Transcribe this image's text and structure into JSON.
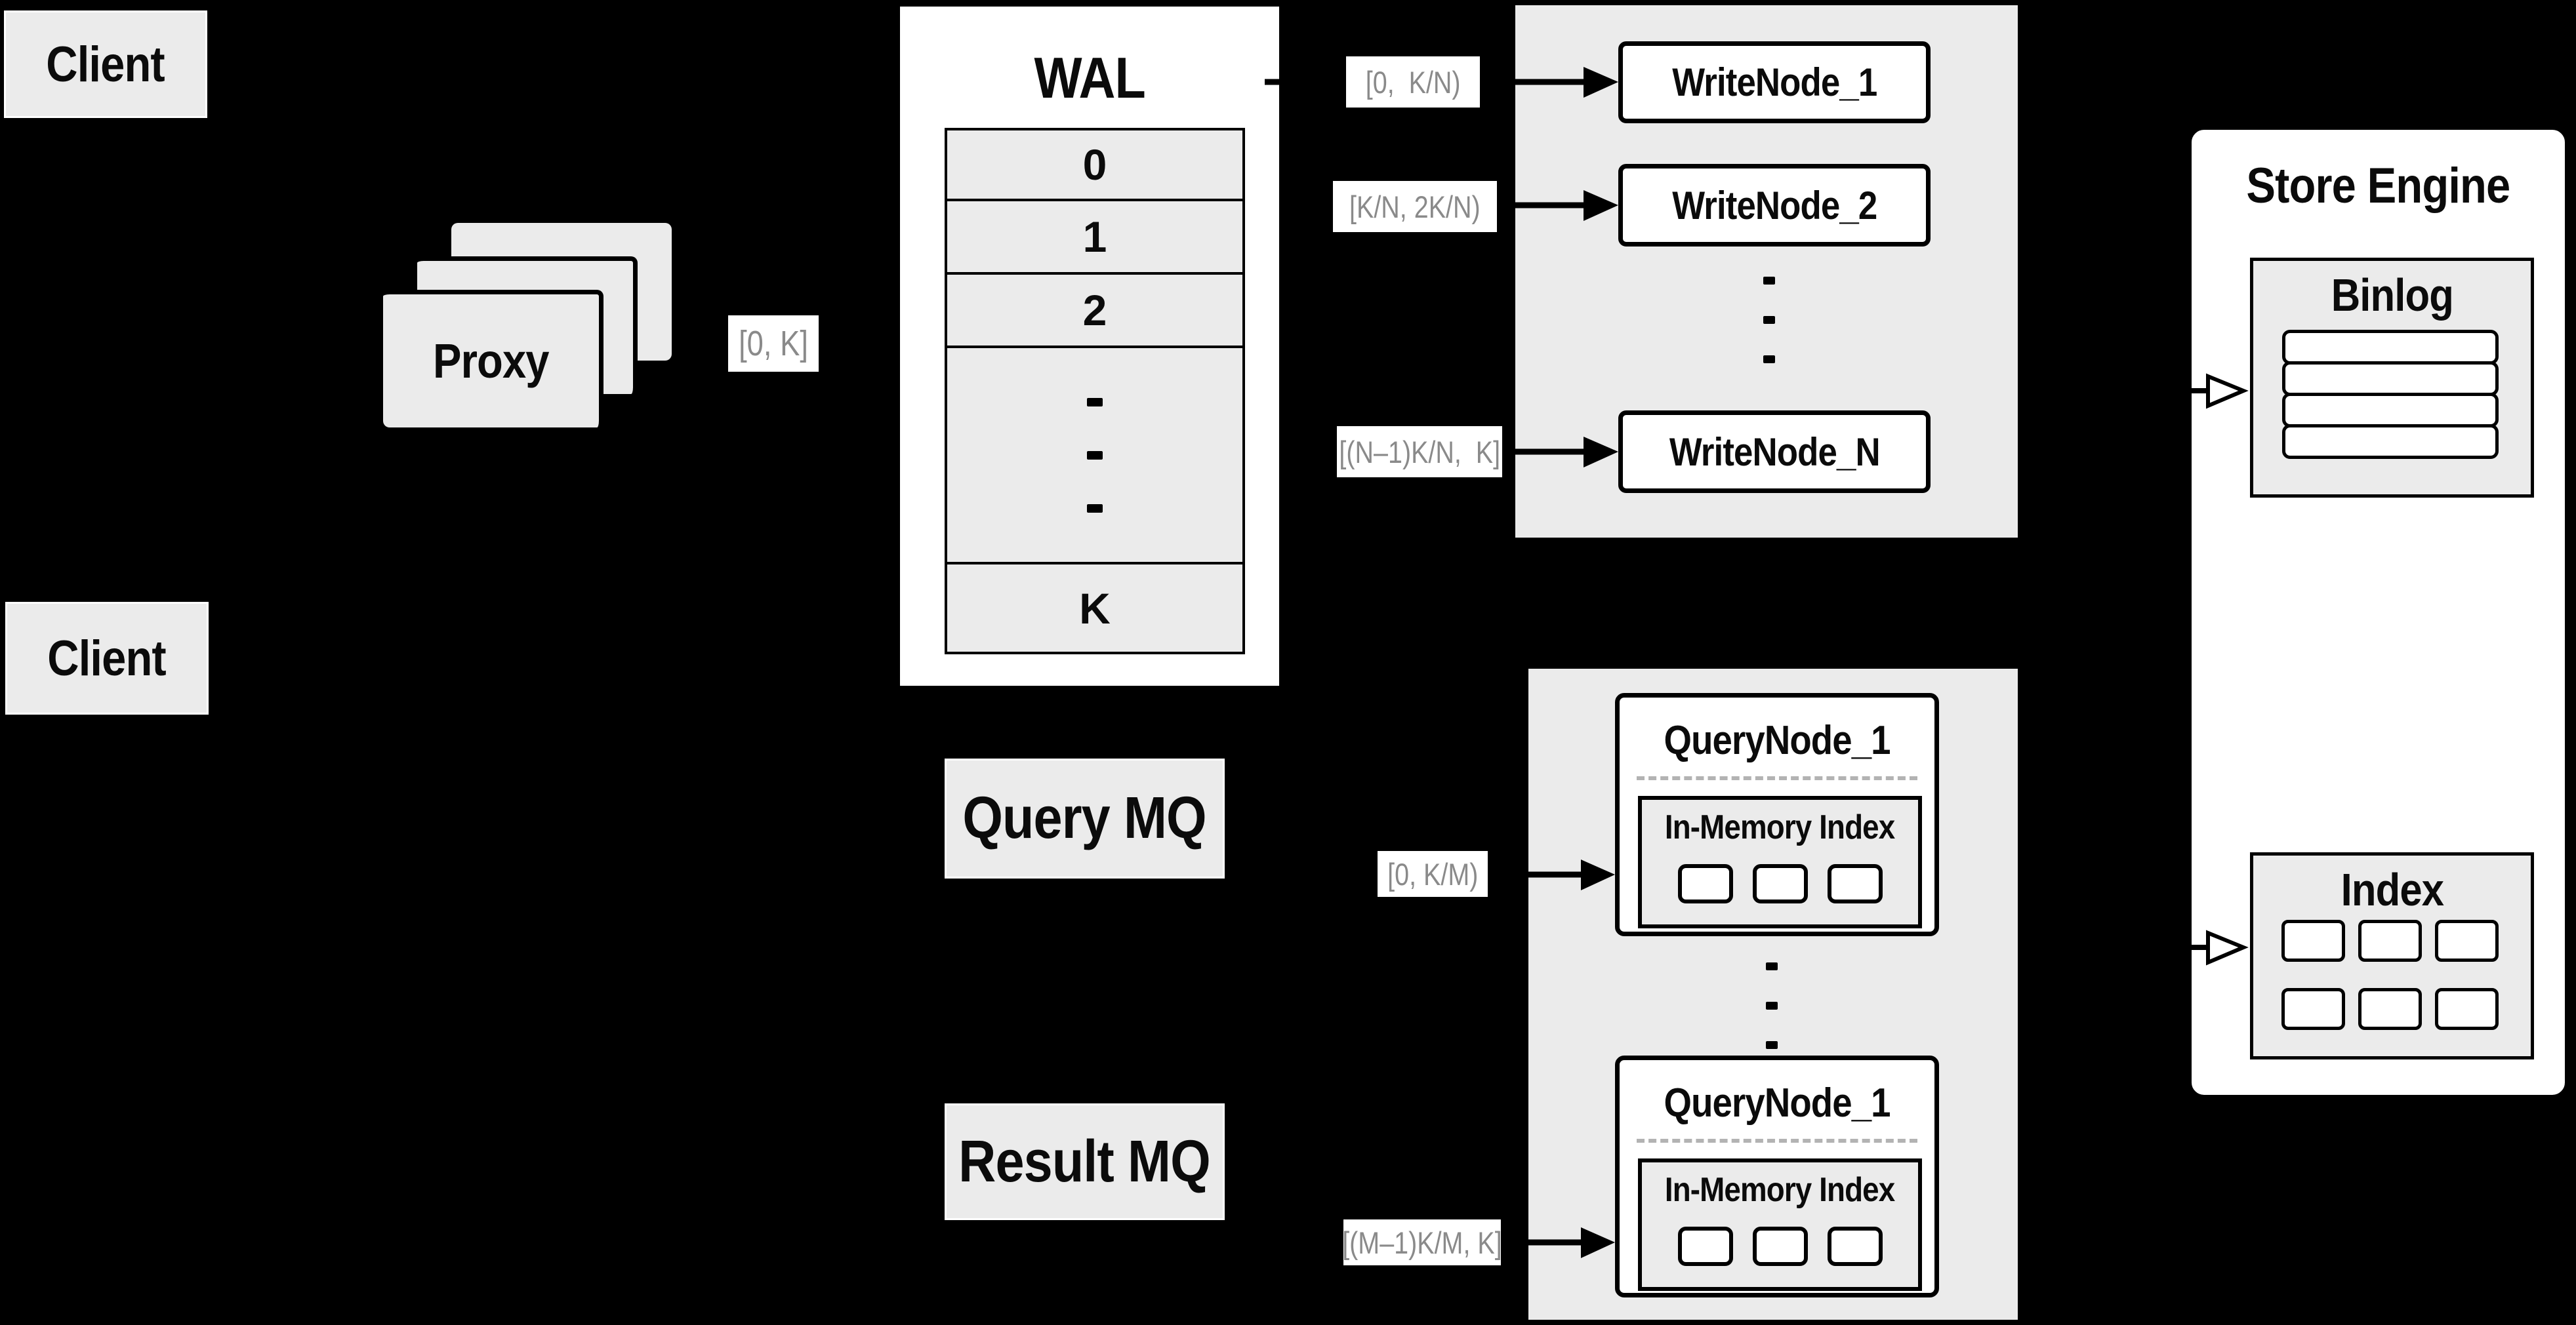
{
  "colors": {
    "background": "#000000",
    "box_gray": "#ebebeb",
    "box_white": "#ffffff",
    "border_black": "#000000",
    "range_label_text": "#8a8a8a",
    "dashed_separator": "#b3b3b3"
  },
  "clients": {
    "top": "Client",
    "bottom": "Client"
  },
  "proxy": {
    "label": "Proxy",
    "range": "[0, K]"
  },
  "wal": {
    "title": "WAL",
    "rows": [
      "0",
      "1",
      "2"
    ],
    "last_row": "K"
  },
  "write_cluster": {
    "nodes": [
      {
        "label": "WriteNode_1",
        "range": "[0,  K/N)"
      },
      {
        "label": "WriteNode_2",
        "range": "[K/N, 2K/N)"
      },
      {
        "label": "WriteNode_N",
        "range": "[(N–1)K/N,  K]"
      }
    ]
  },
  "mq": {
    "query": "Query MQ",
    "result": "Result MQ"
  },
  "query_cluster": {
    "nodes": [
      {
        "label": "QueryNode_1",
        "inner_title": "In-Memory Index",
        "range": "[0, K/M)"
      },
      {
        "label": "QueryNode_1",
        "inner_title": "In-Memory Index",
        "range": "[(M–1)K/M, K]"
      }
    ]
  },
  "store_engine": {
    "title": "Store Engine",
    "binlog_title": "Binlog",
    "index_title": "Index"
  }
}
